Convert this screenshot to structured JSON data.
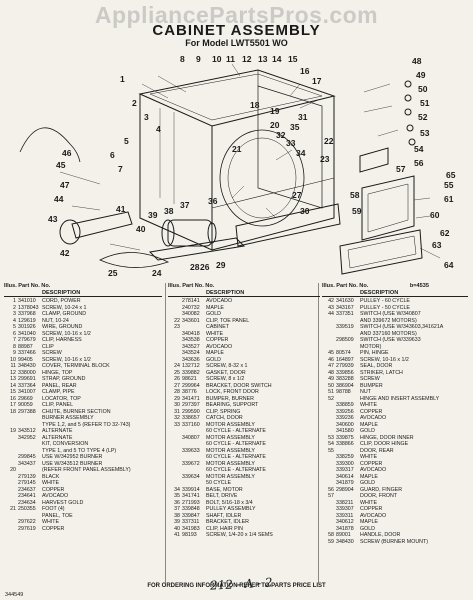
{
  "watermark": "AppliancePartsPros.com",
  "title": "CABINET ASSEMBLY",
  "subtitle": "For Model LWT5501 WO",
  "callouts": [
    "1",
    "2",
    "3",
    "4",
    "5",
    "6",
    "7",
    "8",
    "9",
    "10",
    "11",
    "12",
    "13",
    "14",
    "15",
    "16",
    "17",
    "18",
    "19",
    "20",
    "21",
    "22",
    "23",
    "24",
    "25",
    "26",
    "27",
    "28",
    "29",
    "30",
    "31",
    "32",
    "33",
    "34",
    "35",
    "36",
    "37",
    "38",
    "39",
    "40",
    "41",
    "42",
    "43",
    "44",
    "45",
    "46",
    "47",
    "48",
    "49",
    "50",
    "51",
    "52",
    "53",
    "54",
    "55",
    "56",
    "57",
    "58",
    "59",
    "60",
    "61",
    "62",
    "63",
    "64",
    "65"
  ],
  "table_headers": {
    "ill_no": "Illus. Part No. No.",
    "description": "DESCRIPTION",
    "ref": "b=4535"
  },
  "parts_col1": [
    {
      "ill": "1",
      "pn": "341010",
      "desc": "CORD, POWER"
    },
    {
      "ill": "2",
      "pn": "1378043",
      "desc": "SCREW, 10-24 x 1"
    },
    {
      "ill": "3",
      "pn": "337968",
      "desc": "CLAMP, GROUND"
    },
    {
      "ill": "4",
      "pn": "129619",
      "desc": "NUT, 10-24"
    },
    {
      "ill": "5",
      "pn": "301926",
      "desc": "WIRE, GROUND"
    },
    {
      "ill": "6",
      "pn": "341040",
      "desc": "SCREW, 10-16 x 1/2"
    },
    {
      "ill": "7",
      "pn": "279679",
      "desc": "CLIP, HARNESS"
    },
    {
      "ill": "8",
      "pn": "88987",
      "desc": "CLIP"
    },
    {
      "ill": "9",
      "pn": "337466",
      "desc": "SCREW"
    },
    {
      "ill": "10",
      "pn": "99405",
      "desc": "SCREW, 10-16 x 1/2"
    },
    {
      "ill": "11",
      "pn": "348430",
      "desc": "COVER, TERMINAL BLOCK"
    },
    {
      "ill": "12",
      "pn": "338000",
      "desc": "HINGE, TOP"
    },
    {
      "ill": "13",
      "pn": "299691",
      "desc": "STRAP, GROUND"
    },
    {
      "ill": "14",
      "pn": "337364",
      "desc": "PANEL, REAR"
    },
    {
      "ill": "15",
      "pn": "341007",
      "desc": "CLAMP, PIPE"
    },
    {
      "ill": "16",
      "pn": "29669",
      "desc": "LOCATOR, TOP"
    },
    {
      "ill": "17",
      "pn": "90059",
      "desc": "CLIP, PANEL"
    },
    {
      "ill": "18",
      "pn": "297388",
      "desc": "CHUTE, BURNER SECTION"
    },
    {
      "ill": "",
      "pn": "",
      "desc": "BURNER ASSEMBLY"
    },
    {
      "ill": "",
      "pn": "",
      "desc": "TYPE 1,2, and 5 (REFER TO 32-743)"
    },
    {
      "ill": "19",
      "pn": "343512",
      "desc": "ALTERNATE"
    },
    {
      "ill": "",
      "pn": "342952",
      "desc": "ALTERNATE"
    },
    {
      "ill": "",
      "pn": "",
      "desc": "KIT, CONVERSION"
    },
    {
      "ill": "",
      "pn": "",
      "desc": "TYPE 1, and 5 TO TYPE 4 (LP)"
    },
    {
      "ill": "",
      "pn": "299845",
      "desc": "USE W/342952 BURNER"
    },
    {
      "ill": "",
      "pn": "343437",
      "desc": "USE W/343512 BURNER"
    },
    {
      "ill": "20",
      "pn": "",
      "desc": "(REFER FRONT PANEL ASSEMBLY)"
    },
    {
      "ill": "",
      "pn": "279139",
      "desc": "BLACK"
    },
    {
      "ill": "",
      "pn": "279145",
      "desc": "WHITE"
    },
    {
      "ill": "",
      "pn": "234637",
      "desc": "COPPER"
    },
    {
      "ill": "",
      "pn": "234641",
      "desc": "AVOCADO"
    },
    {
      "ill": "",
      "pn": "234634",
      "desc": "HARVEST GOLD"
    },
    {
      "ill": "21",
      "pn": "250355",
      "desc": "FOOT (4)"
    },
    {
      "ill": "",
      "pn": "",
      "desc": "PANEL, TOE"
    },
    {
      "ill": "",
      "pn": "297622",
      "desc": "WHITE"
    },
    {
      "ill": "",
      "pn": "297619",
      "desc": "COPPER"
    }
  ],
  "parts_col2": [
    {
      "ill": "",
      "pn": "278141",
      "desc": "AVOCADO"
    },
    {
      "ill": "",
      "pn": "240732",
      "desc": "MAPLE"
    },
    {
      "ill": "",
      "pn": "340082",
      "desc": "GOLD"
    },
    {
      "ill": "22",
      "pn": "343601",
      "desc": "CLIP, TOE PANEL"
    },
    {
      "ill": "23",
      "pn": "",
      "desc": "CABINET"
    },
    {
      "ill": "",
      "pn": "340418",
      "desc": "WHITE"
    },
    {
      "ill": "",
      "pn": "343538",
      "desc": "COPPER"
    },
    {
      "ill": "",
      "pn": "343527",
      "desc": "AVOCADO"
    },
    {
      "ill": "",
      "pn": "343524",
      "desc": "MAPLE"
    },
    {
      "ill": "",
      "pn": "343636",
      "desc": "GOLD"
    },
    {
      "ill": "24",
      "pn": "132712",
      "desc": "SCREW, 8-32 x 1"
    },
    {
      "ill": "25",
      "pn": "339882",
      "desc": "GASKET, DOOR"
    },
    {
      "ill": "26",
      "pn": "98621",
      "desc": "SCREW, 8 x 1/2"
    },
    {
      "ill": "27",
      "pn": "299964",
      "desc": "BRACKET, DOOR SWITCH"
    },
    {
      "ill": "28",
      "pn": "38776",
      "desc": "LOCK, FRONT DOOR"
    },
    {
      "ill": "29",
      "pn": "341471",
      "desc": "BUMPER, BURNER"
    },
    {
      "ill": "30",
      "pn": "297397",
      "desc": "BEARING, SUPPORT"
    },
    {
      "ill": "31",
      "pn": "299590",
      "desc": "CLIP, SPRING"
    },
    {
      "ill": "32",
      "pn": "338657",
      "desc": "CATCH, DOOR"
    },
    {
      "ill": "33",
      "pn": "337160",
      "desc": "MOTOR ASSEMBLY"
    },
    {
      "ill": "",
      "pn": "",
      "desc": "60 CYCLE - ALTERNATE"
    },
    {
      "ill": "",
      "pn": "340807",
      "desc": "MOTOR ASSEMBLY"
    },
    {
      "ill": "",
      "pn": "",
      "desc": "60 CYCLE - ALTERNATE"
    },
    {
      "ill": "",
      "pn": "339633",
      "desc": "MOTOR ASSEMBLY"
    },
    {
      "ill": "",
      "pn": "",
      "desc": "60 CYCLE - ALTERNATE"
    },
    {
      "ill": "",
      "pn": "339672",
      "desc": "MOTOR ASSEMBLY"
    },
    {
      "ill": "",
      "pn": "",
      "desc": "60 CYCLE - ALTERNATE"
    },
    {
      "ill": "",
      "pn": "339634",
      "desc": "MOTOR ASSEMBLY"
    },
    {
      "ill": "",
      "pn": "",
      "desc": "50 CYCLE"
    },
    {
      "ill": "34",
      "pn": "339914",
      "desc": "BASE, MOTOR"
    },
    {
      "ill": "35",
      "pn": "341741",
      "desc": "BELT, DRIVE"
    },
    {
      "ill": "36",
      "pn": "271993",
      "desc": "BOLT, 5/16-18 x 3/4"
    },
    {
      "ill": "37",
      "pn": "339848",
      "desc": "PULLEY ASSEMBLY"
    },
    {
      "ill": "38",
      "pn": "339847",
      "desc": "SHAFT, IDLER"
    },
    {
      "ill": "39",
      "pn": "337311",
      "desc": "BRACKET, IDLER"
    },
    {
      "ill": "40",
      "pn": "341983",
      "desc": "CLIP, HAIR PIN"
    },
    {
      "ill": "41",
      "pn": "98193",
      "desc": "SCREW, 1/4-20 x 1/4 SEMS"
    }
  ],
  "parts_col3": [
    {
      "ill": "42",
      "pn": "341630",
      "desc": "PULLEY - 60 CYCLE"
    },
    {
      "ill": "43",
      "pn": "343167",
      "desc": "PULLEY - 50 CYCLE"
    },
    {
      "ill": "44",
      "pn": "337351",
      "desc": "SWITCH (USE W/340807"
    },
    {
      "ill": "",
      "pn": "",
      "desc": "AND 339672 MOTORS)"
    },
    {
      "ill": "",
      "pn": "339519",
      "desc": "SWITCH (USE W/343603,341621A"
    },
    {
      "ill": "",
      "pn": "",
      "desc": "AND 337160 MOTORS)"
    },
    {
      "ill": "",
      "pn": "298509",
      "desc": "SWITCH (USE W/339633"
    },
    {
      "ill": "",
      "pn": "",
      "desc": "MOTOR)"
    },
    {
      "ill": "45",
      "pn": "80574",
      "desc": "PIN, HINGE"
    },
    {
      "ill": "46",
      "pn": "164897",
      "desc": "SCREW, 10-16 x 1/2"
    },
    {
      "ill": "47",
      "pn": "279939",
      "desc": "SEAL, DOOR"
    },
    {
      "ill": "48",
      "pn": "339856",
      "desc": "STRIKER, LATCH"
    },
    {
      "ill": "49",
      "pn": "383288",
      "desc": "SCREW"
    },
    {
      "ill": "50",
      "pn": "386904",
      "desc": "BUMPER"
    },
    {
      "ill": "51",
      "pn": "98788",
      "desc": "NUT"
    },
    {
      "ill": "52",
      "pn": "",
      "desc": "HINGE AND INSERT ASSEMBLY"
    },
    {
      "ill": "",
      "pn": "338859",
      "desc": "WHITE"
    },
    {
      "ill": "",
      "pn": "339256",
      "desc": "COPPER"
    },
    {
      "ill": "",
      "pn": "339236",
      "desc": "AVOCADO"
    },
    {
      "ill": "",
      "pn": "340600",
      "desc": "MAPLE"
    },
    {
      "ill": "",
      "pn": "341580",
      "desc": "GOLD"
    },
    {
      "ill": "53",
      "pn": "339875",
      "desc": "HINGE, DOOR INNER"
    },
    {
      "ill": "54",
      "pn": "338866",
      "desc": "CLIP, DOOR HINGE"
    },
    {
      "ill": "55",
      "pn": "",
      "desc": "DOOR, REAR"
    },
    {
      "ill": "",
      "pn": "338259",
      "desc": "WHITE"
    },
    {
      "ill": "",
      "pn": "339300",
      "desc": "COPPER"
    },
    {
      "ill": "",
      "pn": "339317",
      "desc": "AVOCADO"
    },
    {
      "ill": "",
      "pn": "340614",
      "desc": "MAPLE"
    },
    {
      "ill": "",
      "pn": "341879",
      "desc": "GOLD"
    },
    {
      "ill": "56",
      "pn": "298904",
      "desc": "GUARD, FINGER"
    },
    {
      "ill": "57",
      "pn": "",
      "desc": "DOOR, FRONT"
    },
    {
      "ill": "",
      "pn": "338211",
      "desc": "WHITE"
    },
    {
      "ill": "",
      "pn": "339307",
      "desc": "COPPER"
    },
    {
      "ill": "",
      "pn": "339311",
      "desc": "AVOCADO"
    },
    {
      "ill": "",
      "pn": "340612",
      "desc": "MAPLE"
    },
    {
      "ill": "",
      "pn": "341878",
      "desc": "GOLD"
    },
    {
      "ill": "58",
      "pn": "89001",
      "desc": "HANDLE, DOOR"
    },
    {
      "ill": "59",
      "pn": "348430",
      "desc": "SCREW (BURNER MOUNT)"
    }
  ],
  "footnote": "FOR ORDERING INFORMATION REFER TO PARTS PRICE LIST",
  "doc_id": "344549",
  "handwriting": "212 - A - 2"
}
